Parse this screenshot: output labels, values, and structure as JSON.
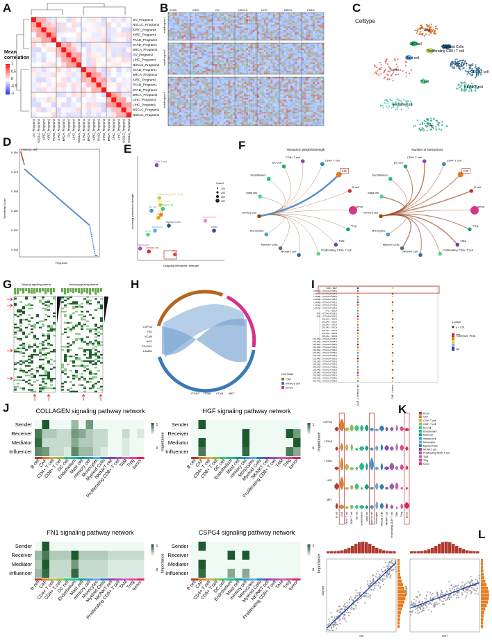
{
  "panels": {
    "A": {
      "label": "A",
      "legend_title": "Mean\ncorrelation",
      "legend_ticks": [
        "1",
        "0.5",
        "0",
        "-0.5",
        "-1"
      ],
      "programs": [
        "OV_Program1",
        "NSCLC_Program3",
        "KIRC_Program4",
        "KIRC_Program1",
        "PAAD_Program3",
        "STAD_Program4",
        "BRCA_Program2",
        "OV_Program2",
        "LIHC_Program4",
        "NSCLC_Program2",
        "STAD_Program1",
        "BRCA_Program1",
        "KIRC_Program3",
        "PAAD_Program1",
        "STAD_Program3",
        "BRCA_Program3",
        "LIHC_Program3",
        "LIHC_Program1",
        "NSCLC_Program1",
        "NSCLC_Program4"
      ]
    },
    "B": {
      "label": "B",
      "cols": [
        "STAD",
        "KIRC",
        "OV",
        "NSCLC",
        "LIHC",
        "BRCA",
        "PAAD"
      ],
      "rows": [
        "metaProgram1",
        "metaProgram2",
        "metaProgram3"
      ]
    },
    "C": {
      "label": "C",
      "title": "Celltype",
      "clusters": [
        "TAM",
        "DC cell",
        "Myeloid Cells",
        "Proliferating CD8+ T cell",
        "Mast cell",
        "Tumor",
        "B cell",
        "CD4+ T cell",
        "CD8+ T cell",
        "NK/NKT cell",
        "Endothelium",
        "CAF"
      ]
    },
    "D": {
      "label": "D",
      "title": "mimicry cell",
      "xlabel": "Regulons",
      "ylabel": "Specificity Score",
      "yticks": [
        "0.184",
        "0.176",
        "0.168",
        "0.160",
        "0.152",
        "0.144"
      ]
    },
    "E": {
      "label": "E",
      "xlabel": "Outgoing interaction strength",
      "ylabel": "Incoming interaction strength",
      "legend_title": "Count",
      "legend_items": [
        "100",
        "200",
        "300",
        "400"
      ],
      "points": [
        {
          "name": "CD8+ T cell",
          "x": 2.2,
          "y": 9.6,
          "color": "#8e44ad"
        },
        {
          "name": "Proliferating CD8+ T cell",
          "x": 2.5,
          "y": 6.3,
          "color": "#b5d65e"
        },
        {
          "name": "CD4+ T cell",
          "x": 2.6,
          "y": 5.6,
          "color": "#f1c40f"
        },
        {
          "name": "NK/NKT cell",
          "x": 2.9,
          "y": 5.2,
          "color": "#2ecc71"
        },
        {
          "name": "Treg",
          "x": 2.7,
          "y": 4.6,
          "color": "#e67e22"
        },
        {
          "name": "TAM",
          "x": 2.4,
          "y": 4.3,
          "color": "#f39c12"
        },
        {
          "name": "DC cell",
          "x": 1.6,
          "y": 5.0,
          "color": "#3498db"
        },
        {
          "name": "Endothelium",
          "x": 7.8,
          "y": 4.0,
          "color": "#e98ad0"
        },
        {
          "name": "Mast cell",
          "x": 2.0,
          "y": 3.0,
          "color": "#5dade2"
        },
        {
          "name": "B cell",
          "x": 1.2,
          "y": 2.6,
          "color": "#58d68d"
        },
        {
          "name": "Myeloid Cells",
          "x": 3.6,
          "y": 3.5,
          "color": "#1a5276"
        },
        {
          "name": "tumor",
          "x": 8.8,
          "y": 3.0,
          "color": "#2e4ba0"
        },
        {
          "name": "Monocytes",
          "x": 0.3,
          "y": 1.2,
          "color": "#9b59b6"
        },
        {
          "name": "mimicry cell",
          "x": 1.3,
          "y": 0.9,
          "color": "#c0392b"
        },
        {
          "name": "CAF",
          "x": 4.3,
          "y": 0.6,
          "color": "#e74c3c"
        }
      ]
    },
    "F": {
      "label": "F",
      "title_left": "Interaction weights/strength",
      "title_right": "Number of interactions",
      "nodes": [
        "Endothelium",
        "DC cell",
        "CD8+ T cell",
        "CD4+ T cell",
        "CAF",
        "B cell",
        "tumor",
        "Treg",
        "TAM",
        "Proliferating CD8+ T cell",
        "NK/NKT cell",
        "Myeloid Cells",
        "Monocytes",
        "mimicry cell",
        "Mast cell"
      ]
    },
    "G": {
      "label": "G",
      "title_left": "Outgoing signaling patterns",
      "title_right": "Incoming signaling patterns"
    },
    "H": {
      "label": "H",
      "legend_title": "Cell State",
      "legend_items": [
        "CAF",
        "mimicry cell",
        "tumor"
      ],
      "legend_colors": [
        "#b5651d",
        "#3a7ab8",
        "#d6338c"
      ],
      "genes": [
        "CSPG4",
        "FN1",
        "VCAN",
        "HGF",
        "COL1A1",
        "LAMB1"
      ],
      "targets": [
        "ITGA3",
        "ITGB1",
        "CD44",
        "MET"
      ]
    },
    "I": {
      "label": "I",
      "legend_pval": "p-value",
      "legend_pval_item": "p < 0.01",
      "legend_prob": "Commun. Prob.",
      "legend_prob_max": "max",
      "legend_prob_min": "min",
      "xcols": [
        "CAF -> mimicry cell",
        "CAF -> tumor"
      ],
      "pairs": [
        "HGF - MET",
        "CSPG4 - (ITGA3+ITGB1)",
        "LAMC1 - (ITGA3+ITGB1)",
        "LAMB2 - (ITGA3+ITGB1)",
        "LAMB1 - (ITGA3+ITGB1)",
        "LAMA5 - (ITGA3+ITGB1)",
        "LAMA4 - (ITGA3+ITGB1)",
        "LAMA2 - (ITGA3+ITGB1)",
        "FN1 - SDC4",
        "FN1 - (ITGA3+ITGB1)",
        "FN1 - (ITGA5+ITGB1)",
        "COL6A3 - SDC4",
        "COL6A2 - SDC4",
        "COL6A1 - SDC4",
        "COL4A2 - SDC4",
        "COL4A1 - SDC4",
        "COL1A2 - SDC4",
        "COL1A1 - SDC4",
        "COL6A3 - (ITGA3+ITGB1)",
        "COL6A2 - (ITGA3+ITGB1)",
        "COL6A1 - (ITGA3+ITGB1)",
        "COL5A3 - (ITGA3+ITGB1)",
        "COL5A2 - (ITGA3+ITGB1)",
        "COL5A1 - (ITGA3+ITGB1)",
        "COL4A2 - (ITGA3+ITGB1)",
        "COL4A1 - (ITGA3+ITGB1)",
        "COL1A2 - (ITGA3+ITGB1)",
        "COL1A1 - (ITGA3+ITGB1)",
        "COL1A2 - (ITGA1+ITGB1)",
        "COL4A1 - (ITGA1+ITGB1)",
        "COL6A1 - (ITGA1+ITGB1)",
        "COL6A2 - (ITGA1+ITGB1)",
        "COL1A1 - (ITGA1+ITGB1)",
        "COL4A2 - (ITGA1+ITGB1)"
      ]
    },
    "J": {
      "label": "J",
      "networks": [
        {
          "title": "COLLAGEN signaling pathway network"
        },
        {
          "title": "HGF signaling pathway network"
        },
        {
          "title": "FN1 signaling pathway network"
        },
        {
          "title": "CSPG4 signaling pathway network"
        }
      ],
      "rows": [
        "Sender",
        "Receiver",
        "Mediator",
        "Influencer"
      ],
      "cells": [
        "B cell",
        "CAF",
        "CD4+ T cell",
        "CD8+ T cell",
        "DC cell",
        "Endothelium",
        "Mast cell",
        "mimicry cell",
        "Monocytes",
        "Myeloid Cells",
        "NK/NKT cell",
        "Proliferating CD8+ T cell",
        "TAM",
        "Treg",
        "tumor"
      ],
      "legend_title": "Importance",
      "legend_max": "1",
      "legend_min": "0"
    },
    "K": {
      "label": "K",
      "genes": [
        "CSPG4",
        "ITGA3",
        "ITGB1",
        "HGF",
        "MET"
      ],
      "cells": [
        "B cell",
        "CAF",
        "CD4+ T cell",
        "CD8+ T cell",
        "DC cell",
        "Endothelium",
        "Mast cell",
        "mimicry cell",
        "Monocytes",
        "Myeloid Cells",
        "NK/NKT cell",
        "Proliferating CD8+ T cell",
        "TAM",
        "Treg",
        "tumor"
      ]
    },
    "L": {
      "label": "L",
      "xlabel_left": "VIM",
      "ylabel_left": "INSPIMT",
      "xlabel_right": "CIMT",
      "ylabel_right": "INSPIMT"
    }
  },
  "colors": {
    "B cell": "#c0392b",
    "CAF": "#e67e22",
    "CD4+ T cell": "#c9b458",
    "CD8+ T cell": "#8bc34a",
    "DC cell": "#2ecc71",
    "Endothelium": "#1abc9c",
    "Mast cell": "#16a085",
    "mimicry cell": "#3498db",
    "Monocytes": "#5dade2",
    "Myeloid Cells": "#2980b9",
    "NK/NKT cell": "#8e44ad",
    "Proliferating CD8+ T cell": "#9b59b6",
    "TAM": "#d35dba",
    "Treg": "#e84393",
    "tumor": "#e91e63"
  }
}
